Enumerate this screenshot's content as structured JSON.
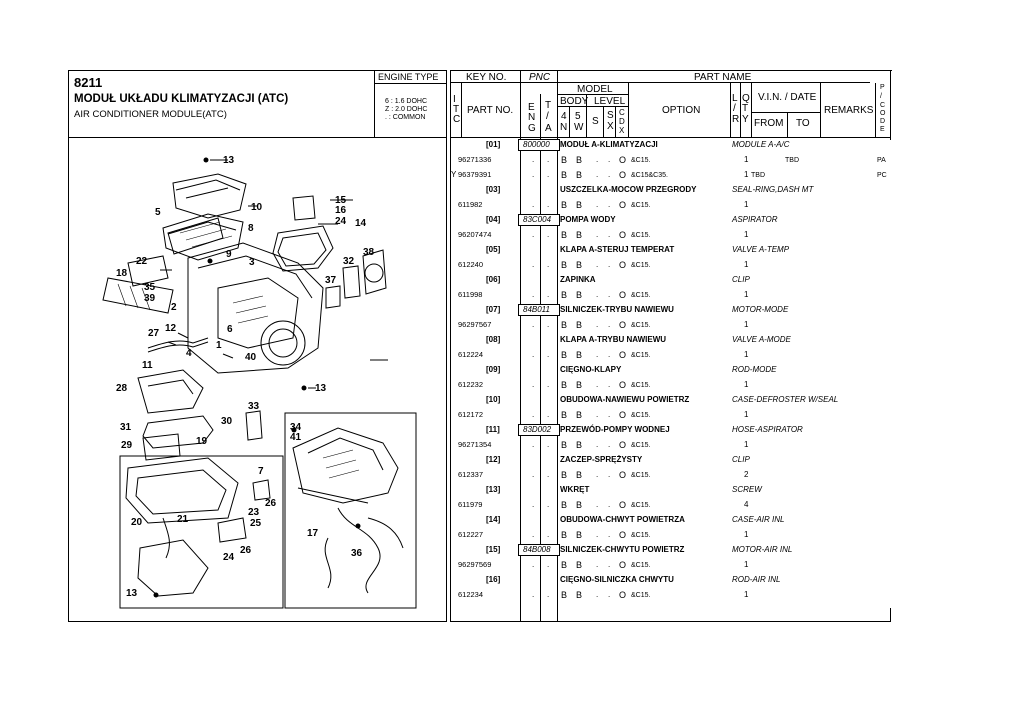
{
  "page": {
    "code": "8211",
    "title_pl": "MODUŁ UKŁADU KLIMATYZACJI (ATC)",
    "title_en": "AIR CONDITIONER MODULE(ATC)",
    "engine_type_label": "ENGINE TYPE",
    "engine_types": [
      "6 : 1.6 DOHC",
      "Z : 2.0 DOHC",
      ". : COMMON"
    ]
  },
  "headers": {
    "key_no": "KEY NO.",
    "pnc": "PNC",
    "part_name": "PART NAME",
    "itc": [
      "I",
      "T",
      "C"
    ],
    "part_no": "PART NO.",
    "model": "MODEL",
    "eng": [
      "E",
      "N",
      "G"
    ],
    "ta": [
      "T",
      "/",
      "A"
    ],
    "body": "BODY",
    "level": "LEVEL",
    "body_cols": [
      [
        "4",
        "N"
      ],
      [
        "5",
        "W"
      ]
    ],
    "level_cols": [
      [
        "S"
      ],
      [
        "S",
        "X"
      ],
      [
        "C",
        "D",
        "X"
      ]
    ],
    "option": "OPTION",
    "lr": [
      "L",
      "/",
      "R"
    ],
    "qty": [
      "Q",
      "T",
      "Y"
    ],
    "vin_date": "V.I.N. / DATE",
    "from": "FROM",
    "to": "TO",
    "remarks": "REMARKS",
    "pcode": [
      "P",
      "/",
      "C",
      "O",
      "D",
      "E"
    ]
  },
  "groups": [
    {
      "key": "[01]",
      "pnc": "800000",
      "name": "MODUŁ A-KLIMATYZACJI",
      "name_en": "MODULE A-A/C",
      "rows": [
        {
          "itc": "",
          "part_no": "96271336",
          "eng": ".",
          "ta": ".",
          "b4": "B",
          "b5": "B",
          "s": ".",
          "sx": ".",
          "cdx": "O",
          "option": "&C15.",
          "qty": "1",
          "from": "TBD",
          "remarks": "",
          "pcode": "PA"
        },
        {
          "itc": "Y",
          "part_no": "96379391",
          "eng": ".",
          "ta": ".",
          "b4": "B",
          "b5": "B",
          "s": ".",
          "sx": ".",
          "cdx": "O",
          "option": "&C15&C35.",
          "qty": "1",
          "from": "TBD",
          "remarks": "",
          "pcode": "PC"
        }
      ]
    },
    {
      "key": "[03]",
      "pnc": "",
      "name": "USZCZELKA-MOCOW PRZEGRODY",
      "name_en": "SEAL-RING,DASH MT",
      "rows": [
        {
          "itc": "",
          "part_no": "611982",
          "eng": ".",
          "ta": ".",
          "b4": "B",
          "b5": "B",
          "s": ".",
          "sx": ".",
          "cdx": "O",
          "option": "&C15.",
          "qty": "1",
          "from": "",
          "remarks": "",
          "pcode": ""
        }
      ]
    },
    {
      "key": "[04]",
      "pnc": "83C004",
      "name": "POMPA WODY",
      "name_en": "ASPIRATOR",
      "rows": [
        {
          "itc": "",
          "part_no": "96207474",
          "eng": ".",
          "ta": ".",
          "b4": "B",
          "b5": "B",
          "s": ".",
          "sx": ".",
          "cdx": "O",
          "option": "&C15.",
          "qty": "1",
          "from": "",
          "remarks": "",
          "pcode": ""
        }
      ]
    },
    {
      "key": "[05]",
      "pnc": "",
      "name": "KLAPA A-STERUJ TEMPERAT",
      "name_en": "VALVE A-TEMP",
      "rows": [
        {
          "itc": "",
          "part_no": "612240",
          "eng": ".",
          "ta": ".",
          "b4": "B",
          "b5": "B",
          "s": ".",
          "sx": ".",
          "cdx": "O",
          "option": "&C15.",
          "qty": "1",
          "from": "",
          "remarks": "",
          "pcode": ""
        }
      ]
    },
    {
      "key": "[06]",
      "pnc": "",
      "name": "ZAPINKA",
      "name_en": "CLIP",
      "rows": [
        {
          "itc": "",
          "part_no": "611998",
          "eng": ".",
          "ta": ".",
          "b4": "B",
          "b5": "B",
          "s": ".",
          "sx": ".",
          "cdx": "O",
          "option": "&C15.",
          "qty": "1",
          "from": "",
          "remarks": "",
          "pcode": ""
        }
      ]
    },
    {
      "key": "[07]",
      "pnc": "84B011",
      "name": "SILNICZEK-TRYBU NAWIEWU",
      "name_en": "MOTOR-MODE",
      "rows": [
        {
          "itc": "",
          "part_no": "96297567",
          "eng": ".",
          "ta": ".",
          "b4": "B",
          "b5": "B",
          "s": ".",
          "sx": ".",
          "cdx": "O",
          "option": "&C15.",
          "qty": "1",
          "from": "",
          "remarks": "",
          "pcode": ""
        }
      ]
    },
    {
      "key": "[08]",
      "pnc": "",
      "name": "KLAPA A-TRYBU NAWIEWU",
      "name_en": "VALVE A-MODE",
      "rows": [
        {
          "itc": "",
          "part_no": "612224",
          "eng": ".",
          "ta": ".",
          "b4": "B",
          "b5": "B",
          "s": ".",
          "sx": ".",
          "cdx": "O",
          "option": "&C15.",
          "qty": "1",
          "from": "",
          "remarks": "",
          "pcode": ""
        }
      ]
    },
    {
      "key": "[09]",
      "pnc": "",
      "name": "CIĘGNO-KLAPY",
      "name_en": "ROD-MODE",
      "rows": [
        {
          "itc": "",
          "part_no": "612232",
          "eng": ".",
          "ta": ".",
          "b4": "B",
          "b5": "B",
          "s": ".",
          "sx": ".",
          "cdx": "O",
          "option": "&C15.",
          "qty": "1",
          "from": "",
          "remarks": "",
          "pcode": ""
        }
      ]
    },
    {
      "key": "[10]",
      "pnc": "",
      "name": "OBUDOWA-NAWIEWU POWIETRZ",
      "name_en": "CASE-DEFROSTER W/SEAL",
      "rows": [
        {
          "itc": "",
          "part_no": "612172",
          "eng": ".",
          "ta": ".",
          "b4": "B",
          "b5": "B",
          "s": ".",
          "sx": ".",
          "cdx": "O",
          "option": "&C15.",
          "qty": "1",
          "from": "",
          "remarks": "",
          "pcode": ""
        }
      ]
    },
    {
      "key": "[11]",
      "pnc": "83D002",
      "name": "PRZEWÓD-POMPY WODNEJ",
      "name_en": "HOSE-ASPIRATOR",
      "rows": [
        {
          "itc": "",
          "part_no": "96271354",
          "eng": ".",
          "ta": ".",
          "b4": "B",
          "b5": "B",
          "s": ".",
          "sx": ".",
          "cdx": "O",
          "option": "&C15.",
          "qty": "1",
          "from": "",
          "remarks": "",
          "pcode": ""
        }
      ]
    },
    {
      "key": "[12]",
      "pnc": "",
      "name": "ZACZEP-SPRĘŻYSTY",
      "name_en": "CLIP",
      "rows": [
        {
          "itc": "",
          "part_no": "612337",
          "eng": ".",
          "ta": ".",
          "b4": "B",
          "b5": "B",
          "s": ".",
          "sx": ".",
          "cdx": "O",
          "option": "&C15.",
          "qty": "2",
          "from": "",
          "remarks": "",
          "pcode": ""
        }
      ]
    },
    {
      "key": "[13]",
      "pnc": "",
      "name": "WKRĘT",
      "name_en": "SCREW",
      "rows": [
        {
          "itc": "",
          "part_no": "611979",
          "eng": ".",
          "ta": ".",
          "b4": "B",
          "b5": "B",
          "s": ".",
          "sx": ".",
          "cdx": "O",
          "option": "&C15.",
          "qty": "4",
          "from": "",
          "remarks": "",
          "pcode": ""
        }
      ]
    },
    {
      "key": "[14]",
      "pnc": "",
      "name": "OBUDOWA-CHWYT POWIETRZA",
      "name_en": "CASE-AIR INL",
      "rows": [
        {
          "itc": "",
          "part_no": "612227",
          "eng": ".",
          "ta": ".",
          "b4": "B",
          "b5": "B",
          "s": ".",
          "sx": ".",
          "cdx": "O",
          "option": "&C15.",
          "qty": "1",
          "from": "",
          "remarks": "",
          "pcode": ""
        }
      ]
    },
    {
      "key": "[15]",
      "pnc": "84B008",
      "name": "SILNICZEK-CHWYTU POWIETRZ",
      "name_en": "MOTOR-AIR INL",
      "rows": [
        {
          "itc": "",
          "part_no": "96297569",
          "eng": ".",
          "ta": ".",
          "b4": "B",
          "b5": "B",
          "s": ".",
          "sx": ".",
          "cdx": "O",
          "option": "&C15.",
          "qty": "1",
          "from": "",
          "remarks": "",
          "pcode": ""
        }
      ]
    },
    {
      "key": "[16]",
      "pnc": "",
      "name": "CIĘGNO-SILNICZKA CHWYTU",
      "name_en": "ROD-AIR INL",
      "rows": [
        {
          "itc": "",
          "part_no": "612234",
          "eng": ".",
          "ta": ".",
          "b4": "B",
          "b5": "B",
          "s": ".",
          "sx": ".",
          "cdx": "O",
          "option": "&C15.",
          "qty": "1",
          "from": "",
          "remarks": "",
          "pcode": ""
        }
      ]
    }
  ],
  "diagram": {
    "callouts": [
      "13",
      "10",
      "5",
      "8",
      "9",
      "3",
      "15",
      "16",
      "24",
      "14",
      "22",
      "18",
      "35",
      "39",
      "2",
      "27",
      "12",
      "6",
      "4",
      "11",
      "1",
      "38",
      "32",
      "37",
      "40",
      "13",
      "28",
      "30",
      "33",
      "31",
      "29",
      "19",
      "7",
      "26",
      "23",
      "21",
      "25",
      "20",
      "24",
      "26",
      "13",
      "34",
      "41",
      "17",
      "36"
    ]
  }
}
